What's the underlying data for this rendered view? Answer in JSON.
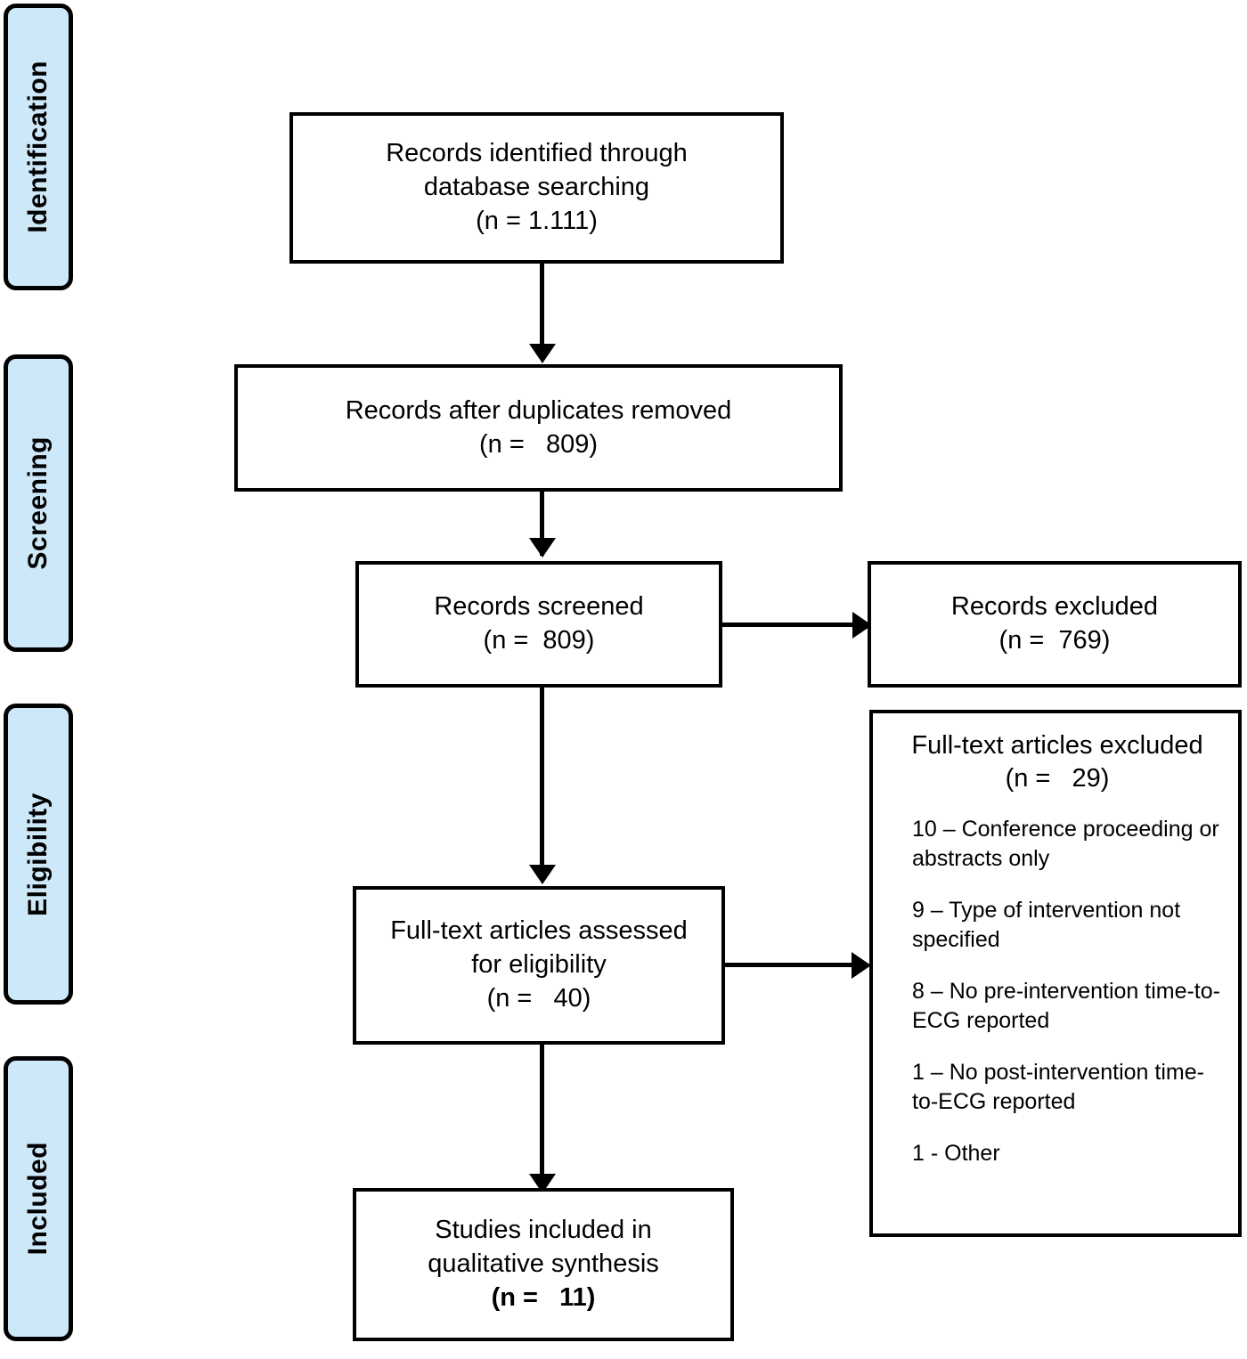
{
  "diagram": {
    "type": "prisma-flow-diagram",
    "accent_color": "#cde8f8",
    "line_color": "#000000",
    "background": "#ffffff"
  },
  "stages": [
    {
      "id": "identification",
      "label": "Identification"
    },
    {
      "id": "screening",
      "label": "Screening"
    },
    {
      "id": "eligibility",
      "label": "Eligibility"
    },
    {
      "id": "included",
      "label": "Included"
    }
  ],
  "boxes": {
    "identified": {
      "line1": "Records identified through",
      "line2": "database searching",
      "line3": "(n = 1.111)"
    },
    "duplicates_removed": {
      "line1": "Records after duplicates removed",
      "line2": "(n =   809)"
    },
    "screened": {
      "line1": "Records screened",
      "line2": "(n =  809)"
    },
    "records_excluded": {
      "line1": "Records excluded",
      "line2": "(n =  769)"
    },
    "fulltext_assessed": {
      "line1": "Full-text articles assessed",
      "line2": "for eligibility",
      "line3": "(n =   40)"
    },
    "fulltext_excluded": {
      "line1": "Full-text articles excluded",
      "line2": "(n =   29)",
      "reasons": [
        "10 – Conference proceeding or abstracts only",
        "9 – Type of intervention not specified",
        "8 – No pre-intervention time-to-ECG reported",
        "1 – No post-intervention time-to-ECG reported",
        "1 - Other"
      ]
    },
    "included_studies": {
      "line1": "Studies included in",
      "line2": "qualitative synthesis",
      "line3": "(n =   11)"
    }
  }
}
